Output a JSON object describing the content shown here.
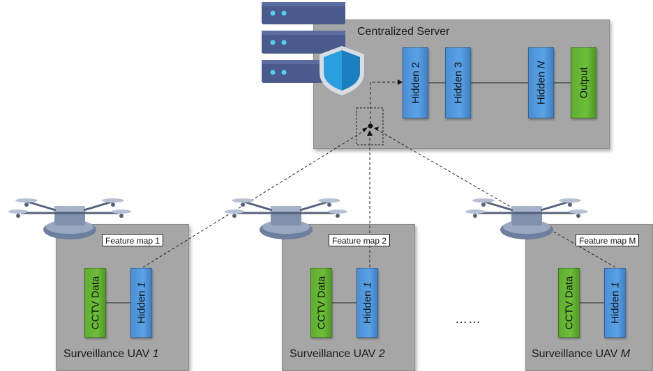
{
  "server": {
    "title": "Centralized Server",
    "layers": [
      {
        "label": "Hidden",
        "num": "2"
      },
      {
        "label": "Hidden",
        "num": "3"
      },
      {
        "label": "Hidden",
        "num": "N"
      },
      {
        "label": "Output",
        "num": ""
      }
    ]
  },
  "uavs": [
    {
      "title_prefix": "Surveillance UAV",
      "title_num": "1",
      "feature_map": "Feature map 1",
      "data_label": "CCTV Data",
      "hidden_label": "Hidden",
      "hidden_num": "1"
    },
    {
      "title_prefix": "Surveillance UAV",
      "title_num": "2",
      "feature_map": "Feature map 2",
      "data_label": "CCTV Data",
      "hidden_label": "Hidden",
      "hidden_num": "1"
    },
    {
      "title_prefix": "Surveillance UAV",
      "title_num": "M",
      "feature_map": "Feature map M",
      "data_label": "CCTV Data",
      "hidden_label": "Hidden",
      "hidden_num": "1"
    }
  ],
  "ellipsis": "……",
  "colors": {
    "hidden": "#5aa2e6",
    "output": "#6cbf39",
    "panel": "#a6a6a6",
    "server_rack": "#4a5a8c",
    "shield": "#2a9fe0"
  },
  "icons": [
    "server-rack-icon",
    "shield-icon",
    "drone-icon",
    "aggregation-node-icon"
  ]
}
